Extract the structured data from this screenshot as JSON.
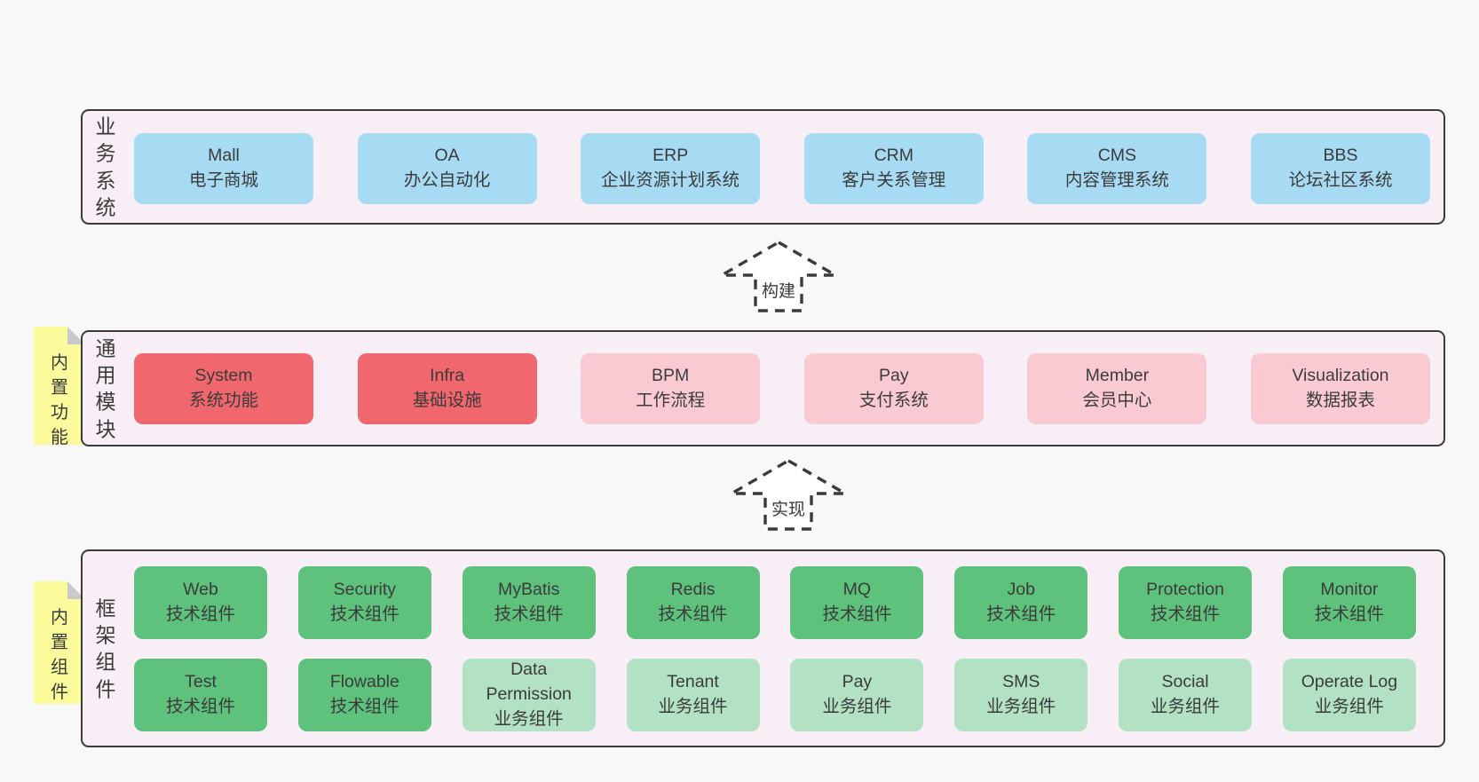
{
  "page": {
    "background": "#f8f8f8",
    "container_background": "#f7eef6",
    "border_color": "#3b3b3b",
    "text_color": "#3b3b3b"
  },
  "colors": {
    "blue": "#a7dbf3",
    "red": "#f0676d",
    "pink": "#facad3",
    "green_dark": "#5ec17c",
    "green_light": "#b2e2c3",
    "container": "#f7eef6",
    "sticky_yellow": "#fbfb9b",
    "sticky_fold": "#c9c9c9"
  },
  "arrows": {
    "build_label": "构建",
    "implement_label": "实现"
  },
  "layers": {
    "business": {
      "label": "业务系统",
      "boxes": [
        {
          "name": "Mall",
          "desc": "电子商城",
          "variant": "blue"
        },
        {
          "name": "OA",
          "desc": "办公自动化",
          "variant": "blue"
        },
        {
          "name": "ERP",
          "desc": "企业资源计划系统",
          "variant": "blue"
        },
        {
          "name": "CRM",
          "desc": "客户关系管理",
          "variant": "blue"
        },
        {
          "name": "CMS",
          "desc": "内容管理系统",
          "variant": "blue"
        },
        {
          "name": "BBS",
          "desc": "论坛社区系统",
          "variant": "blue"
        }
      ]
    },
    "modules": {
      "label": "通用模块",
      "sticky": "内置功能",
      "boxes": [
        {
          "name": "System",
          "desc": "系统功能",
          "variant": "red"
        },
        {
          "name": "Infra",
          "desc": "基础设施",
          "variant": "red"
        },
        {
          "name": "BPM",
          "desc": "工作流程",
          "variant": "pink"
        },
        {
          "name": "Pay",
          "desc": "支付系统",
          "variant": "pink"
        },
        {
          "name": "Member",
          "desc": "会员中心",
          "variant": "pink"
        },
        {
          "name": "Visualization",
          "desc": "数据报表",
          "variant": "pink"
        }
      ]
    },
    "components": {
      "label": "框架组件",
      "sticky": "内置组件",
      "rows": [
        [
          {
            "name": "Web",
            "desc": "技术组件",
            "variant": "green_dark"
          },
          {
            "name": "Security",
            "desc": "技术组件",
            "variant": "green_dark"
          },
          {
            "name": "MyBatis",
            "desc": "技术组件",
            "variant": "green_dark"
          },
          {
            "name": "Redis",
            "desc": "技术组件",
            "variant": "green_dark"
          },
          {
            "name": "MQ",
            "desc": "技术组件",
            "variant": "green_dark"
          },
          {
            "name": "Job",
            "desc": "技术组件",
            "variant": "green_dark"
          },
          {
            "name": "Protection",
            "desc": "技术组件",
            "variant": "green_dark"
          },
          {
            "name": "Monitor",
            "desc": "技术组件",
            "variant": "green_dark"
          }
        ],
        [
          {
            "name": "Test",
            "desc": "技术组件",
            "variant": "green_dark"
          },
          {
            "name": "Flowable",
            "desc": "技术组件",
            "variant": "green_dark"
          },
          {
            "name": "Data Permission",
            "desc": "业务组件",
            "variant": "green_light"
          },
          {
            "name": "Tenant",
            "desc": "业务组件",
            "variant": "green_light"
          },
          {
            "name": "Pay",
            "desc": "业务组件",
            "variant": "green_light"
          },
          {
            "name": "SMS",
            "desc": "业务组件",
            "variant": "green_light"
          },
          {
            "name": "Social",
            "desc": "业务组件",
            "variant": "green_light"
          },
          {
            "name": "Operate Log",
            "desc": "业务组件",
            "variant": "green_light"
          }
        ]
      ]
    }
  }
}
